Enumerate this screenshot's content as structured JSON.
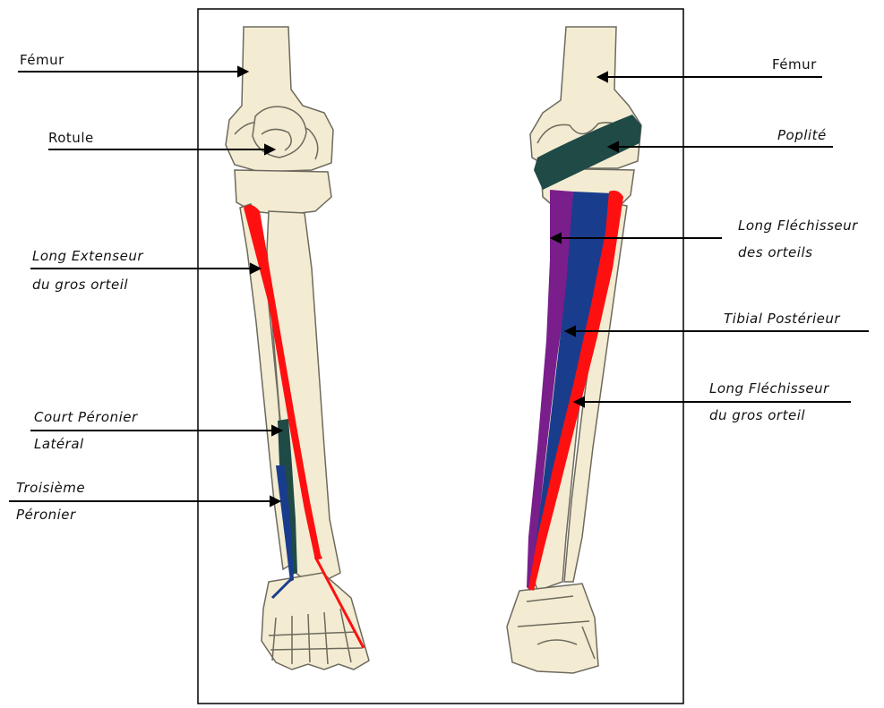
{
  "labels": {
    "femur_left": "Fémur",
    "femur_right": "Fémur",
    "rotule": "Rotule",
    "poplite": "Poplité",
    "long_ext_line1": "Long Extenseur",
    "long_ext_line2": "du gros orteil",
    "long_flech_orteils_line1": "Long Fléchisseur",
    "long_flech_orteils_line2": "des orteils",
    "tibial_post": "Tibial Postérieur",
    "long_flech_gros_line1": "Long Fléchisseur",
    "long_flech_gros_line2": "du gros orteil",
    "court_peronier_line1": "Court Péronier",
    "court_peronier_line2": "Latéral",
    "troisieme_line1": "Troisième",
    "troisieme_line2": "Péronier"
  },
  "colors": {
    "bone": "#f3ecd2",
    "bone_outline": "#6d6a5e",
    "red_muscle": "#ff1010",
    "blue_muscle": "#1a3c8c",
    "purple_muscle": "#7a1e8c",
    "teal_muscle": "#1f4a46",
    "leader_line": "#000000",
    "frame": "#000000"
  }
}
